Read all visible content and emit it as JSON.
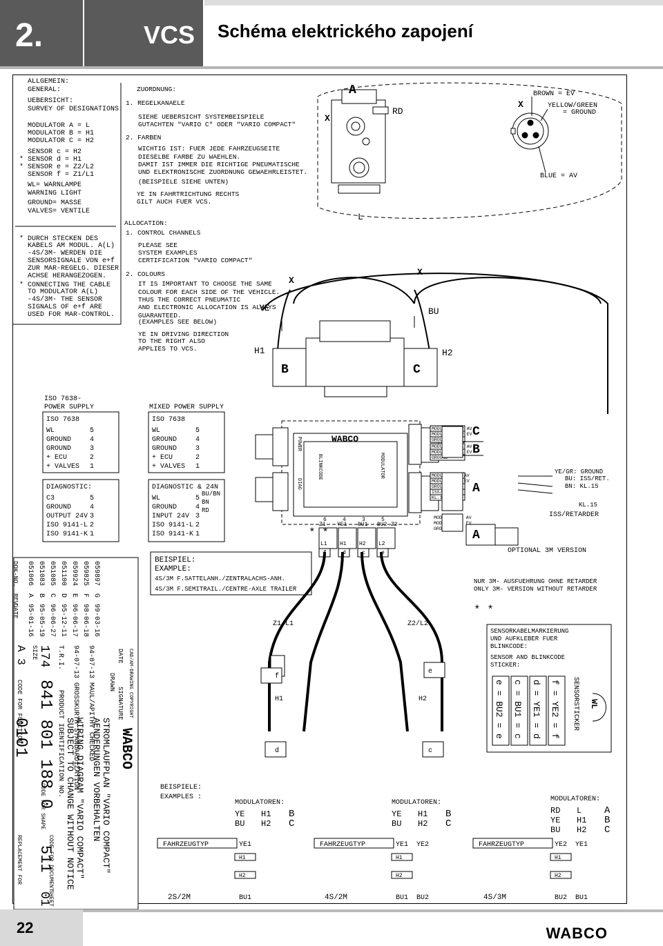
{
  "header": {
    "section_number": "2.",
    "product": "VCS",
    "title": "Schéma elektrického zapojení"
  },
  "left_legend": {
    "lines": [
      "ALLGEMEIN:",
      "GENERAL:",
      "UEBERSICHT:",
      "SURVEY OF DESIGNATIONS:",
      "MODULATOR A = L",
      "MODULATOR B = H1",
      "MODULATOR C = H2",
      "SENSOR      c = H2",
      "SENSOR      d = H1",
      "SENSOR      e = Z2/L2",
      "SENSOR      f = Z1/L1",
      "WL= WARNLAMPE",
      "    WARNING LIGHT",
      "GROUND= MASSE",
      "VALVES= VENTILE",
      "DURCH STECKEN DES",
      "KABELS AM MODUL. A(L)",
      "-4S/3M- WERDEN DIE",
      "SENSORSIGNALE VON e+f",
      "ZUR MAR-REGELG. DIESER",
      "ACHSE HERANGEZOGEN.",
      "CONNECTING THE CABLE",
      "TO MODULATOR A(L)",
      "-4S/3M- THE SENSOR",
      "SIGNALS OF e+f ARE",
      "USED FOR MAR-CONTROL."
    ]
  },
  "allocation": {
    "lines": [
      "ZUORDNUNG:",
      "1. REGELKANAELE",
      "SIEHE UEBERSICHT SYSTEMBEISPIELE",
      "GUTACHTEN \"VARIO C\" ODER \"VARIO COMPACT\"",
      "2. FARBEN",
      "WICHTIG IST: FUER JEDE FAHRZEUGSEITE",
      "DIESELBE FARBE ZU WAEHLEN.",
      "DAMIT IST IMMER DIE RICHTIGE PNEUMATISCHE",
      "UND ELEKTRONISCHE ZUORDNUNG GEWAEHRLEISTET.",
      "(BEISPIELE SIEHE UNTEN)",
      "YE IN FAHRTRICHTUNG RECHTS",
      "GILT AUCH FUER VCS.",
      "ALLOCATION:",
      "1. CONTROL CHANNELS",
      "PLEASE SEE",
      "SYSTEM EXAMPLES",
      "CERTIFICATION \"VARIO COMPACT\"",
      "2. COLOURS",
      "IT IS IMPORTANT TO CHOOSE THE SAME",
      "COLOUR FOR EACH SIDE OF THE VEHICLE.",
      "THUS THE CORRECT PNEUMATIC",
      "AND ELECTRONIC ALLOCATION IS ALWAYS",
      "GUARANTEED.",
      "(EXAMPLES SEE BELOW)",
      "YE IN DRIVING DIRECTION",
      "TO THE RIGHT ALSO",
      "APPLIES TO VCS."
    ]
  },
  "connector": {
    "x": "X",
    "brown": "BROWN = EV",
    "yellow1": "YELLOW/GREEN",
    "yellow2": "= GROUND",
    "blue": "BLUE = AV"
  },
  "valve_labels": {
    "A": "A",
    "RD": "RD",
    "L": "L",
    "X": "X",
    "YE": "YE",
    "BU": "BU",
    "H1": "H1",
    "H2": "H2",
    "B": "B",
    "C": "C"
  },
  "iso_supply": {
    "title1": "ISO 7638-",
    "title2": "POWER SUPPLY",
    "header": "ISO 7638",
    "rows": [
      [
        "WL",
        "5"
      ],
      [
        "GROUND",
        "4"
      ],
      [
        "GROUND",
        "3"
      ],
      [
        "+ ECU",
        "2"
      ],
      [
        "+ VALVES",
        "1"
      ]
    ],
    "diag_title": "DIAGNOSTIC:",
    "diag_rows": [
      [
        "C3",
        "5"
      ],
      [
        "GROUND",
        "4"
      ],
      [
        "OUTPUT 24V",
        "3"
      ],
      [
        "ISO 9141-L",
        "2"
      ],
      [
        "ISO 9141-K",
        "1"
      ]
    ]
  },
  "mixed_supply": {
    "title": "MIXED POWER SUPPLY",
    "header": "ISO 7638",
    "rows": [
      [
        "WL",
        "5"
      ],
      [
        "GROUND",
        "4"
      ],
      [
        "GROUND",
        "3"
      ],
      [
        "+ ECU",
        "2"
      ],
      [
        "+ VALVES",
        "1"
      ]
    ],
    "diag_title": "DIAGNOSTIC & 24N",
    "diag_rows": [
      [
        "WL",
        "5"
      ],
      [
        "GROUND",
        "4"
      ],
      [
        "INPUT 24V",
        "3"
      ],
      [
        "ISO 9141-L",
        "2"
      ],
      [
        "ISO 9141-K",
        "1"
      ]
    ],
    "extra": [
      "BU/BN",
      "BN",
      "RD"
    ]
  },
  "ecu": {
    "brand": "WABCO",
    "power": "POWER",
    "diag": "DIAG",
    "blink": "BLINKCODE",
    "modulator": "MODULATOR",
    "pins_bottom": [
      "6",
      "4",
      "3",
      "5"
    ],
    "sensors": [
      "Z1",
      "YE1",
      "BU1",
      "BU2",
      "Z2"
    ],
    "sensor_letters": [
      "f",
      "d",
      "c",
      "e"
    ],
    "sensor_l": [
      "L1",
      "H1",
      "H2",
      "L2"
    ]
  },
  "right_panel": {
    "mod_lines_C": [
      "MODULATOR H2 AV",
      "MODULATOR H2 EV",
      "GROUND"
    ],
    "mod_lines_B": [
      "MODULATOR H1 AV",
      "MODULATOR H1 EV",
      "GROUND"
    ],
    "mod_lines_A": [
      "MODULATOR L AV",
      "MODULATOR L EV",
      "GROUND",
      "ISS/RET",
      "KL.15"
    ],
    "mod_lines_A2": [
      "MODULATOR L AV",
      "MODULATOR L EV",
      "GROUND"
    ],
    "ye_gr": "YE/GR: GROUND",
    "bu": "BU: ISS/RET.",
    "bn": "BN: KL.15",
    "kl15": "KL.15",
    "iss": "ISS/RETARDER",
    "optional": "OPTIONAL 3M VERSION",
    "nur1": "NUR 3M- AUSFUEHRUNG OHNE RETARDER",
    "nur2": "ONLY 3M- VERSION WITHOUT RETARDER",
    "star": "* *"
  },
  "beispiel": {
    "l1": "BEISPIEL:",
    "l2": "EXAMPLE:",
    "l3": "4S/3M F.SATTELANH./ZENTRALACHS-ANH.",
    "l4": "4S/3M F.SEMITRAIL./CENTRE-AXLE TRAILER"
  },
  "sensor_cables": {
    "z1": "Z1/L1",
    "z2": "Z2/L2",
    "h1": "H1",
    "h2": "H2",
    "f": "f",
    "e": "e",
    "d": "d",
    "c": "c"
  },
  "sticker": {
    "title1": "SENSORKABELMARKIERUNG",
    "title2": "UND AUFKLEBER FUER",
    "title3": "BLINKCODE:",
    "title4": "SENSOR AND BLINKCODE",
    "title5": "STICKER:",
    "rows": [
      "e = BU2 = e",
      "c = BU1 = c",
      "d = YE1 = d",
      "f = YE2 = f"
    ],
    "side": "SENSORSTICKER",
    "wl": "WL"
  },
  "title_block": {
    "revs": [
      [
        "059897",
        "G",
        "99-03-16"
      ],
      [
        "059825",
        "F",
        "98-06-18"
      ],
      [
        "059924",
        "E",
        "96-06-17"
      ],
      [
        "051100",
        "D",
        "95-12-11"
      ],
      [
        "051085",
        "C",
        "96-06-27"
      ],
      [
        "051083",
        "B",
        "95-05-19"
      ],
      [
        "051066",
        "A",
        "95-01-16"
      ]
    ],
    "rev_head": [
      "DOK-NO.",
      "REV.",
      "DATE"
    ],
    "size": "A 3",
    "size_label": "SIZE",
    "code_func": "CODE FOR FUNCTION",
    "code_func_val": "0101",
    "sheet_num": "174",
    "prod_label": "PRODUCT IDENTIFICATION NO.",
    "prod_val": "841 801 188 0",
    "code_shape": "CODE FOR SHAPE",
    "code_doc": "CODE FOR DOCUMENT",
    "doc_val": "511",
    "replacement": "REPLACEMENT FOR",
    "sheet": "SHEET",
    "sheet_val": "01",
    "tri": "T.R.I.",
    "std": "94-07-13 GROSSKURTH STANDARDIZATION",
    "chk": "94-07-13 MAUL/APITHY CHECKED",
    "drawn": "DRAWN",
    "date_lbl": "DATE",
    "sig": "SIGNATURE",
    "cad": "CAD/AM-DRAWING COPYRIGHT",
    "brand": "WABCO",
    "de1": "STROMLAUFPLAN \"VARIO COMPACT\"",
    "de2": "AENDERUNGEN VORBEHALTEN",
    "en1": "WIRING DIAGRAM \"VARIO COMPACT\"",
    "en2": "SUBJECT TO CHANGE WITHOUT NOTICE"
  },
  "examples": {
    "title1": "BEISPIELE:",
    "title2": "EXAMPLES :",
    "mod": "MODULATOREN:",
    "type_label": "FAHRZEUGTYP",
    "ex1": {
      "rows": [
        [
          "YE",
          "H1",
          "B"
        ],
        [
          "BU",
          "H2",
          "C"
        ]
      ],
      "top": [
        "YE1"
      ],
      "bottom": [
        "BU1"
      ],
      "type": "2S/2M"
    },
    "ex2": {
      "rows": [
        [
          "YE",
          "H1",
          "B"
        ],
        [
          "BU",
          "H2",
          "C"
        ]
      ],
      "top": [
        "YE1",
        "YE2"
      ],
      "bottom": [
        "BU1",
        "BU2"
      ],
      "type": "4S/2M"
    },
    "ex3": {
      "rows": [
        [
          "RD",
          "L",
          "A"
        ],
        [
          "YE",
          "H1",
          "B"
        ],
        [
          "BU",
          "H2",
          "C"
        ]
      ],
      "top": [
        "YE2",
        "YE1"
      ],
      "bottom": [
        "BU2",
        "BU1"
      ],
      "type": "4S/3M"
    }
  },
  "footer": {
    "page": "22",
    "logo": "WABCO"
  }
}
